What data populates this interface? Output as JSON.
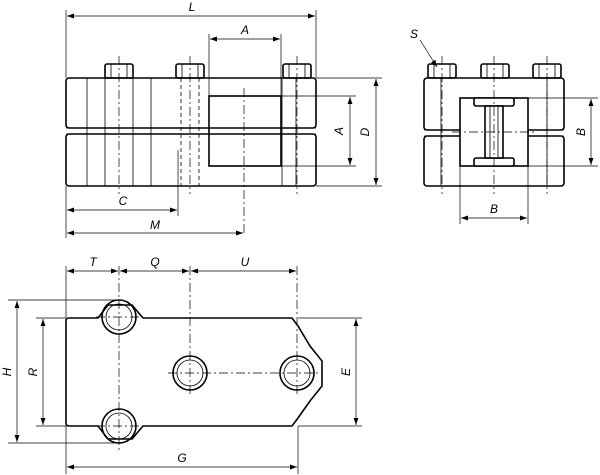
{
  "labels": {
    "L": "L",
    "A": "A",
    "D": "D",
    "C": "C",
    "M": "M",
    "S": "S",
    "B": "B",
    "T": "T",
    "Q": "Q",
    "U": "U",
    "H": "H",
    "R": "R",
    "E": "E",
    "G": "G"
  }
}
